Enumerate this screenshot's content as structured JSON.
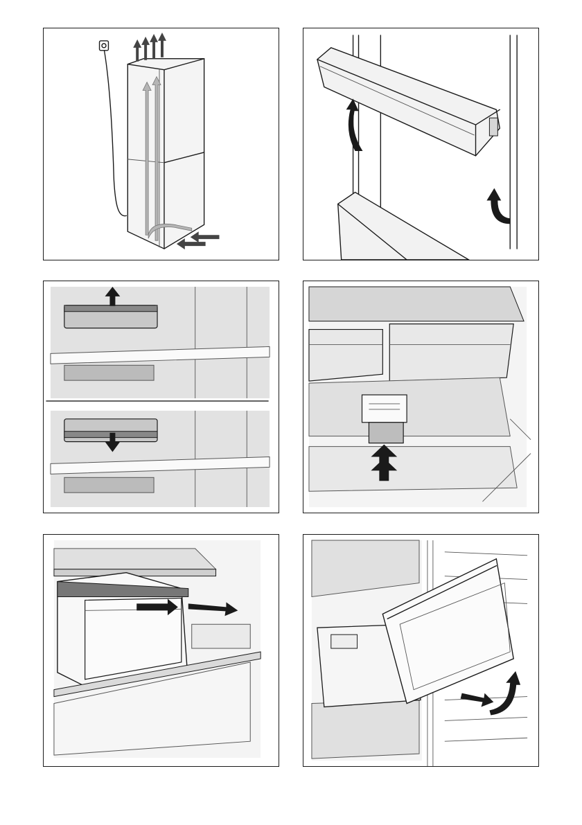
{
  "colors": {
    "line": "#1a1a1a",
    "arrow": "#1a1a1a",
    "fill_light": "#f2f2f2",
    "fill_mid": "#d6d6d6",
    "fill_dark": "#9a9a9a",
    "airflow_arrow": "#b5b5b5"
  },
  "panels": [
    {
      "id": "p1",
      "icons": [
        "power-socket-icon",
        "airflow-arrow-icon"
      ]
    },
    {
      "id": "p2",
      "icons": [
        "lift-arrow-icon"
      ]
    },
    {
      "id": "p3",
      "icons": [
        "up-arrow-icon",
        "down-arrow-icon"
      ]
    },
    {
      "id": "p4",
      "icons": [
        "up-arrow-icon"
      ]
    },
    {
      "id": "p5",
      "icons": [
        "pull-arrow-icon"
      ]
    },
    {
      "id": "p6",
      "icons": [
        "pull-arrow-icon",
        "lift-arrow-icon"
      ]
    }
  ]
}
